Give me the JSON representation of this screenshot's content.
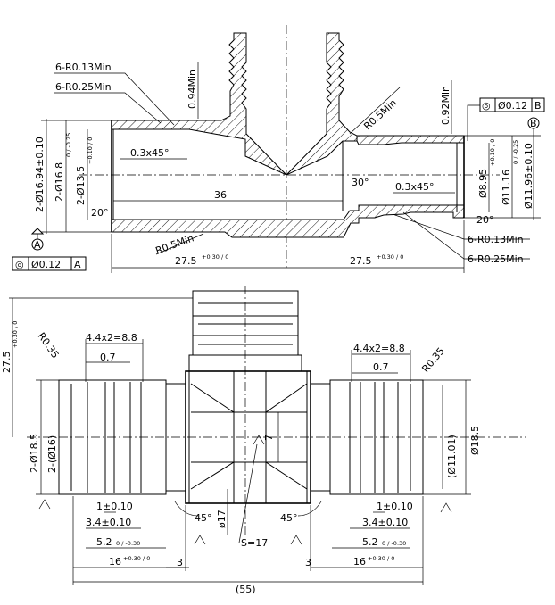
{
  "top_view": {
    "radius_labels": [
      "6-R0.13Min",
      "6-R0.25Min"
    ],
    "dim_094": "0.94Min",
    "dim_092": "0.92Min",
    "r05_top": "R0.5Min",
    "r05_bottom": "R0.5Min",
    "datum_a_frame": {
      "symbol": "◎",
      "tol": "Ø0.12",
      "ref": "A"
    },
    "datum_b_frame": {
      "symbol": "◎",
      "tol": "Ø0.12",
      "ref": "B"
    },
    "datum_a": "A",
    "datum_b": "B",
    "dia_1694": "2-Ø16.94±0.10",
    "dia_168": "2-Ø16.8",
    "dia_168_tol": "0 / -0.25",
    "dia_135": "2-Ø13.5",
    "dia_135_tol": "+0.10 / 0",
    "chamfer_left": "0.3x45°",
    "chamfer_right": "0.3x45°",
    "len_36": "36",
    "angle_30": "30°",
    "angle_20_left": "20°",
    "angle_20_right": "20°",
    "dia_895": "Ø8.95",
    "dia_895_tol": "+0.10 / 0",
    "dia_1116": "Ø11.16",
    "dia_1116_tol": "0 / -0.25",
    "dia_1196": "Ø11.96±0.10",
    "right_radius_labels": [
      "6-R0.13Min",
      "6-R0.25Min"
    ],
    "len_275_left": "27.5",
    "len_275_right": "27.5",
    "tol_plus030": "+0.30 / 0"
  },
  "bottom_view": {
    "height_275": "27.5",
    "height_275_tol": "+0.30 / 0",
    "r035_left": "R0.35",
    "r035_right": "R0.35",
    "pitch_left": "4.4x2=8.8",
    "pitch_right": "4.4x2=8.8",
    "g07_left": "0.7",
    "g07_right": "0.7",
    "dia_185_left": "2-Ø18.5",
    "dia_16": "2-(Ø16)",
    "dia_1101": "(Ø11.01)",
    "dia_185_right": "Ø18.5",
    "dim_1_left": "1±0.10",
    "dim_1_right": "1±0.10",
    "dim_34_left": "3.4±0.10",
    "dim_34_right": "3.4±0.10",
    "dim_52_left": "5.2",
    "dim_52_right": "5.2",
    "dim_52_tol": "0 / -0.30",
    "dim_16_left": "16",
    "dim_16_right": "16",
    "dim_16_tol": "+0.30 / 0",
    "dim_3_left": "3",
    "dim_3_right": "3",
    "angle_45_left": "45°",
    "angle_45_right": "45°",
    "dia_17": "ø17",
    "hex_s17": "S=17",
    "dim_7": "7",
    "total_55": "(55)"
  }
}
